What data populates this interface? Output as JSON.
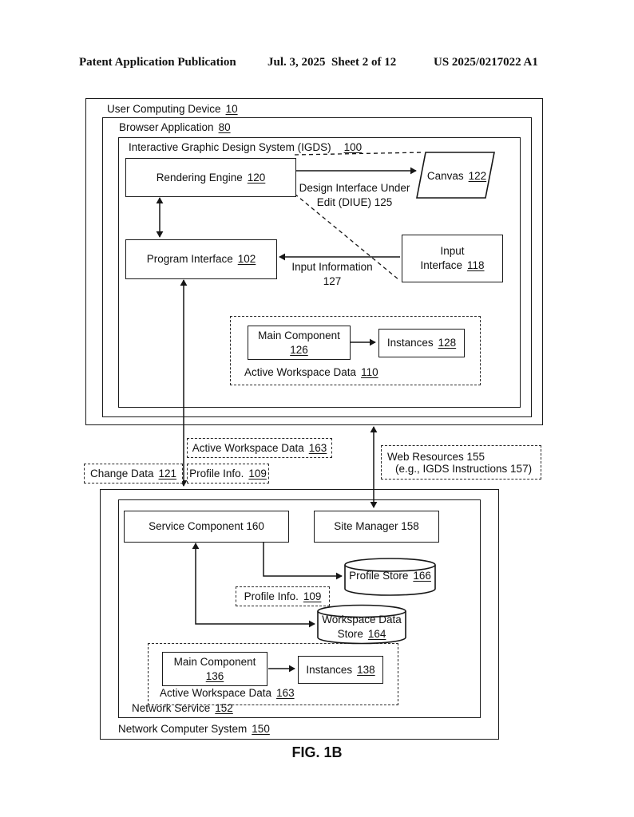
{
  "page": {
    "header": {
      "left": "Patent Application Publication",
      "center": "Jul. 3, 2025  Sheet 2 of 12",
      "right": "US 2025/0217022 A1"
    },
    "caption": "FIG. 1B"
  },
  "device": {
    "title": {
      "label": "User Computing Device",
      "ref": "10"
    },
    "browser": {
      "label": "Browser Application",
      "ref": "80"
    },
    "igds": {
      "label": "Interactive Graphic Design System (IGDS)",
      "ref": "100"
    },
    "rendering_engine": {
      "label": "Rendering Engine",
      "ref": "120"
    },
    "canvas": {
      "label": "Canvas",
      "ref": "122"
    },
    "diue": {
      "line1": "Design Interface Under",
      "line2": "Edit (DIUE) 125"
    },
    "program_interface": {
      "label": "Program Interface",
      "ref": "102"
    },
    "input_interface": {
      "line1": "Input",
      "line2": "Interface",
      "ref": "118"
    },
    "input_information": {
      "line1": "Input Information",
      "line2": "127"
    },
    "awd": {
      "label": "Active Workspace Data",
      "ref": "110"
    },
    "main_component": {
      "label": "Main Component",
      "ref": "126"
    },
    "instances": {
      "label": "Instances",
      "ref": "128"
    }
  },
  "links": {
    "awd": {
      "label": "Active Workspace Data",
      "ref": "163"
    },
    "change_data": {
      "label": "Change Data",
      "ref": "121"
    },
    "profile_info": {
      "label": "Profile Info.",
      "ref": "109"
    },
    "web_resources": {
      "line1": "Web Resources 155",
      "line2": "(e.g., IGDS Instructions 157)"
    }
  },
  "network": {
    "title": {
      "label": "Network Computer System",
      "ref": "150"
    },
    "service": {
      "label": "Network Service",
      "ref": "152"
    },
    "service_component": {
      "label": "Service Component 160"
    },
    "site_manager": {
      "label": "Site Manager 158"
    },
    "profile_store": {
      "label": "Profile Store",
      "ref": "166"
    },
    "profile_info": {
      "label": "Profile Info.",
      "ref": "109"
    },
    "workspace_store": {
      "line1": "Workspace Data",
      "line2": "Store",
      "ref": "164"
    },
    "awd": {
      "label": "Active Workspace Data",
      "ref": "163"
    },
    "main_component": {
      "label": "Main Component",
      "ref": "136"
    },
    "instances": {
      "label": "Instances",
      "ref": "138"
    }
  }
}
